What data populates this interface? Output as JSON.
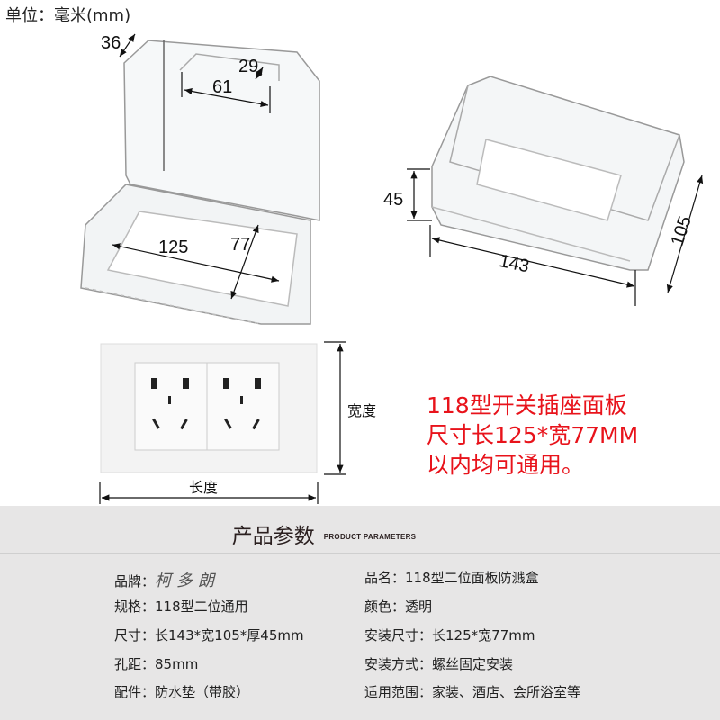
{
  "unit_label": "单位：毫米(mm)",
  "dimensions": {
    "lid_depth": "36",
    "notch_depth": "29",
    "notch_width": "61",
    "inner_length": "125",
    "inner_width": "77",
    "box_height": "45",
    "box_length": "143",
    "box_width": "105",
    "panel_length_label": "长度",
    "panel_width_label": "宽度"
  },
  "callout": {
    "lines": [
      "118型开关插座面板",
      "尺寸长125*宽77MM",
      "以内均可通用。"
    ],
    "color": "#e8131b"
  },
  "params": {
    "title": "产品参数",
    "title_en": "PRODUCT PARAMETERS",
    "left": [
      {
        "label": "品牌：",
        "value": "柯多朗"
      },
      {
        "label": "规格：",
        "value": "118型二位通用"
      },
      {
        "label": "尺寸：",
        "value": "长143*宽105*厚45mm"
      },
      {
        "label": "孔距：",
        "value": "85mm"
      },
      {
        "label": "配件：",
        "value": "防水垫（带胶）"
      }
    ],
    "right": [
      {
        "label": "品名：",
        "value": "118型二位面板防溅盒"
      },
      {
        "label": "颜色：",
        "value": "透明"
      },
      {
        "label": "安装尺寸：",
        "value": "长125*宽77mm"
      },
      {
        "label": "安装方式：",
        "value": "螺丝固定安装"
      },
      {
        "label": "适用范围：",
        "value": "家装、酒店、会所浴室等"
      }
    ]
  }
}
